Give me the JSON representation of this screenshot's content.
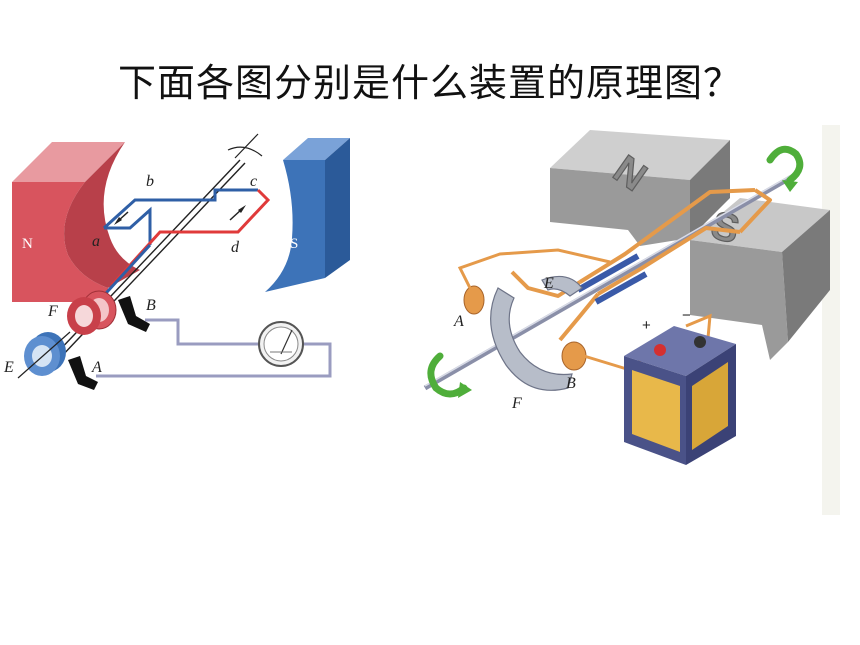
{
  "title": "下面各图分别是什么装置的原理图？",
  "generator_figure": {
    "magnet_north": "N",
    "magnet_south": "S",
    "labels": {
      "a": "a",
      "b": "b",
      "c": "c",
      "d": "d",
      "A": "A",
      "B": "B",
      "E": "E",
      "F": "F"
    },
    "colors": {
      "north": "#d8545e",
      "south": "#3d73b8",
      "wire_red": "#e03a3a",
      "wire_blue": "#2f5fa6",
      "circuit": "#9a9cc0"
    },
    "icons": [
      "magnet-n-icon",
      "magnet-s-icon",
      "slip-ring-icon",
      "brush-icon",
      "galvanometer-icon",
      "rotation-arrow-icon"
    ]
  },
  "motor_figure": {
    "magnet_north": "N",
    "magnet_south": "S",
    "labels": {
      "A": "A",
      "B": "B",
      "E": "E",
      "F": "F"
    },
    "battery_plus": "+",
    "battery_minus": "−",
    "colors": {
      "magnet": "#9a9a9a",
      "coil": "#e59a4a",
      "commutator": "#b7bdc9",
      "battery_body": "#e8b84a",
      "battery_case": "#4a5288",
      "rotation": "#4fae3a"
    },
    "icons": [
      "magnet-n-icon",
      "magnet-s-icon",
      "split-ring-commutator-icon",
      "battery-icon",
      "rotation-arrow-icon"
    ]
  }
}
